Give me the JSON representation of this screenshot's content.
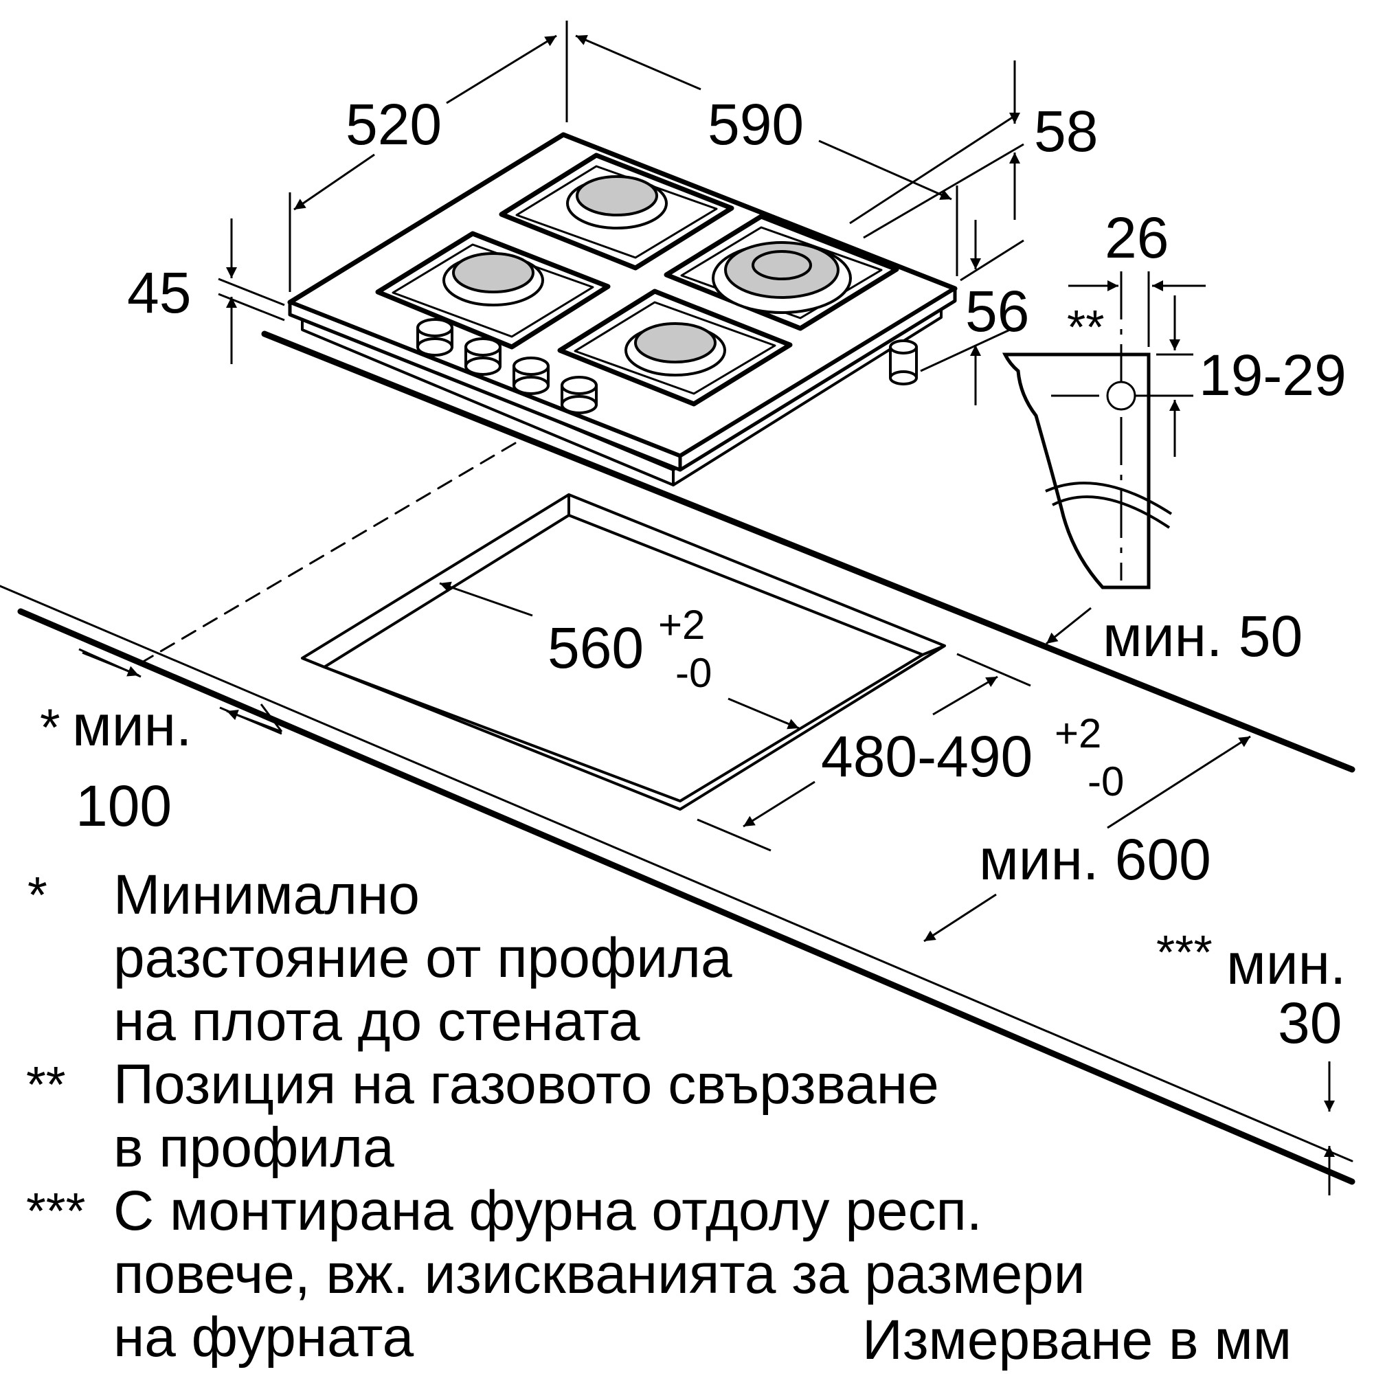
{
  "dimensions": {
    "depth_520": "520",
    "width_590": "590",
    "top_58": "58",
    "height_45": "45",
    "height_56": "56",
    "gas_26": "26",
    "gas_marker": "**",
    "gas_19_29": "19-29",
    "cutout_width": "560",
    "cutout_width_tol_plus": "+2",
    "cutout_width_tol_minus": "-0",
    "cutout_depth": "480-490",
    "cutout_depth_tol_plus": "+2",
    "cutout_depth_tol_minus": "-0",
    "min_50": "мин. 50",
    "min_600": "мин. 600",
    "front_marker": "*",
    "front_min": "мин.",
    "front_min_value": "100",
    "thick_marker": "***",
    "thick_min": "мин.",
    "thick_min_value": "30"
  },
  "notes": [
    {
      "marker": "*",
      "lines": [
        "Минимално",
        "разстояние от профила",
        "на плота до стената"
      ]
    },
    {
      "marker": "**",
      "lines": [
        "Позиция на газовото свързване",
        "в профила"
      ]
    },
    {
      "marker": "***",
      "lines": [
        "С монтирана фурна отдолу респ.",
        "повече, вж. изискванията за размери",
        "на фурната"
      ]
    }
  ],
  "units_caption": "Измерване в мм"
}
